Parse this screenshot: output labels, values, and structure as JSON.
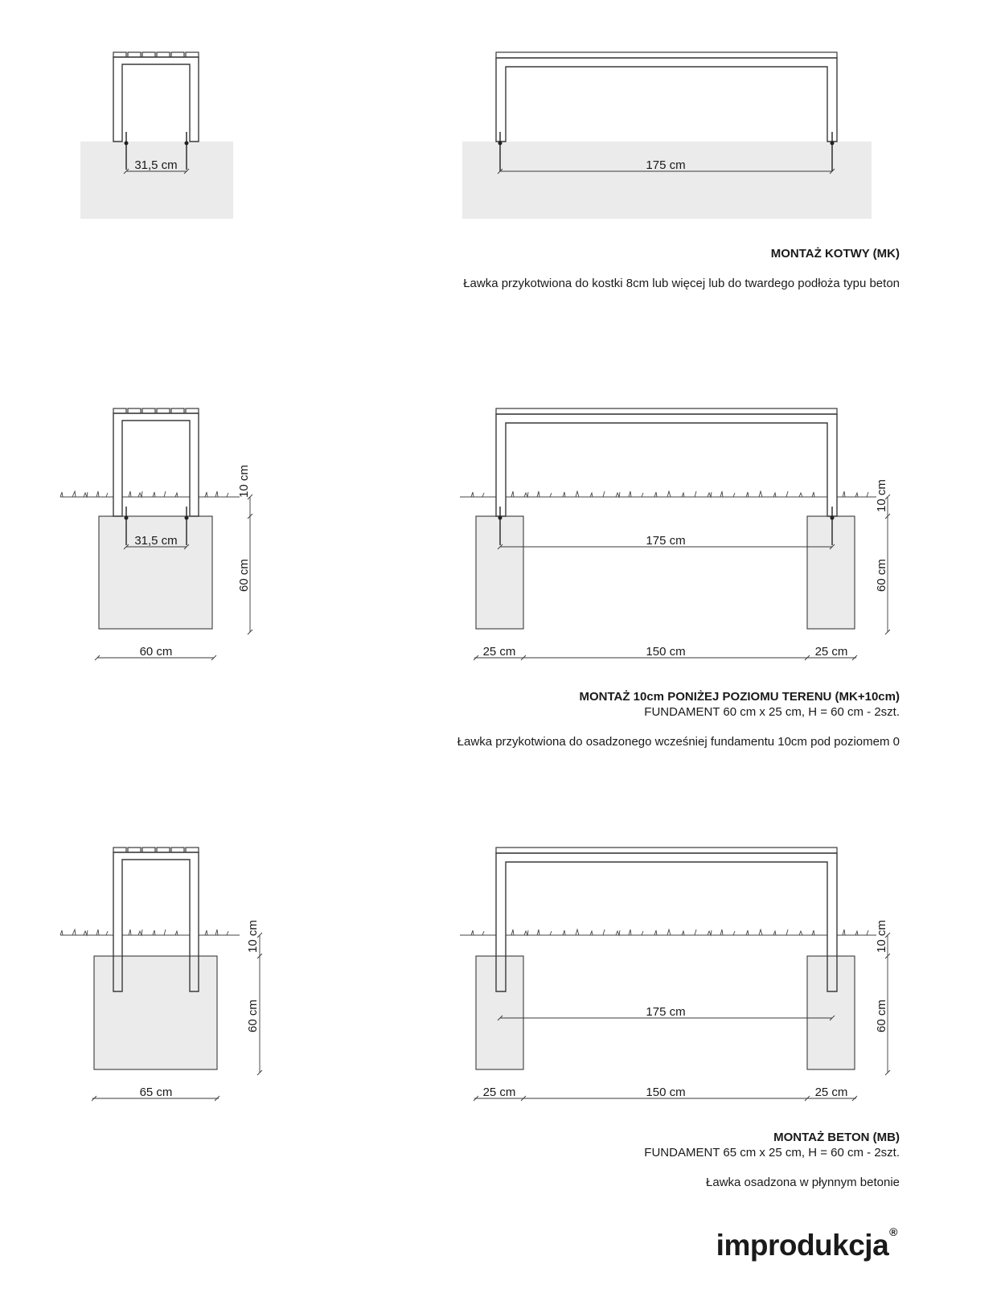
{
  "sections": [
    {
      "title": "MONTAŻ KOTWY (MK)",
      "subtitle": "",
      "description": "Ławka przykotwiona do kostki 8cm lub więcej lub do twardego podłoża typu beton",
      "side_view": {
        "bolt_spacing": "31,5 cm"
      },
      "front_view": {
        "bolt_spacing": "175 cm"
      }
    },
    {
      "title": "MONTAŻ 10cm PONIŻEJ POZIOMU TERENU (MK+10cm)",
      "subtitle": "FUNDAMENT 60 cm x 25 cm, H = 60 cm - 2szt.",
      "description": "Ławka przykotwiona do osadzonego wcześniej fundamentu 10cm pod poziomem 0",
      "side_view": {
        "bolt_spacing": "31,5 cm",
        "depth": "10 cm",
        "height": "60 cm",
        "width": "60 cm"
      },
      "front_view": {
        "bolt_spacing": "175 cm",
        "depth": "10 cm",
        "height": "60 cm",
        "left_width": "25 cm",
        "middle_width": "150 cm",
        "right_width": "25 cm"
      }
    },
    {
      "title": "MONTAŻ BETON (MB)",
      "subtitle": "FUNDAMENT 65 cm x 25 cm, H = 60 cm - 2szt.",
      "description": "Ławka osadzona w płynnym betonie",
      "side_view": {
        "depth": "10 cm",
        "height": "60 cm",
        "width": "65 cm"
      },
      "front_view": {
        "leg_spacing": "175 cm",
        "depth": "10 cm",
        "height": "60 cm",
        "left_width": "25 cm",
        "middle_width": "150 cm",
        "right_width": "25 cm"
      }
    }
  ],
  "brand": {
    "name": "improdukcja",
    "mark": "®"
  }
}
